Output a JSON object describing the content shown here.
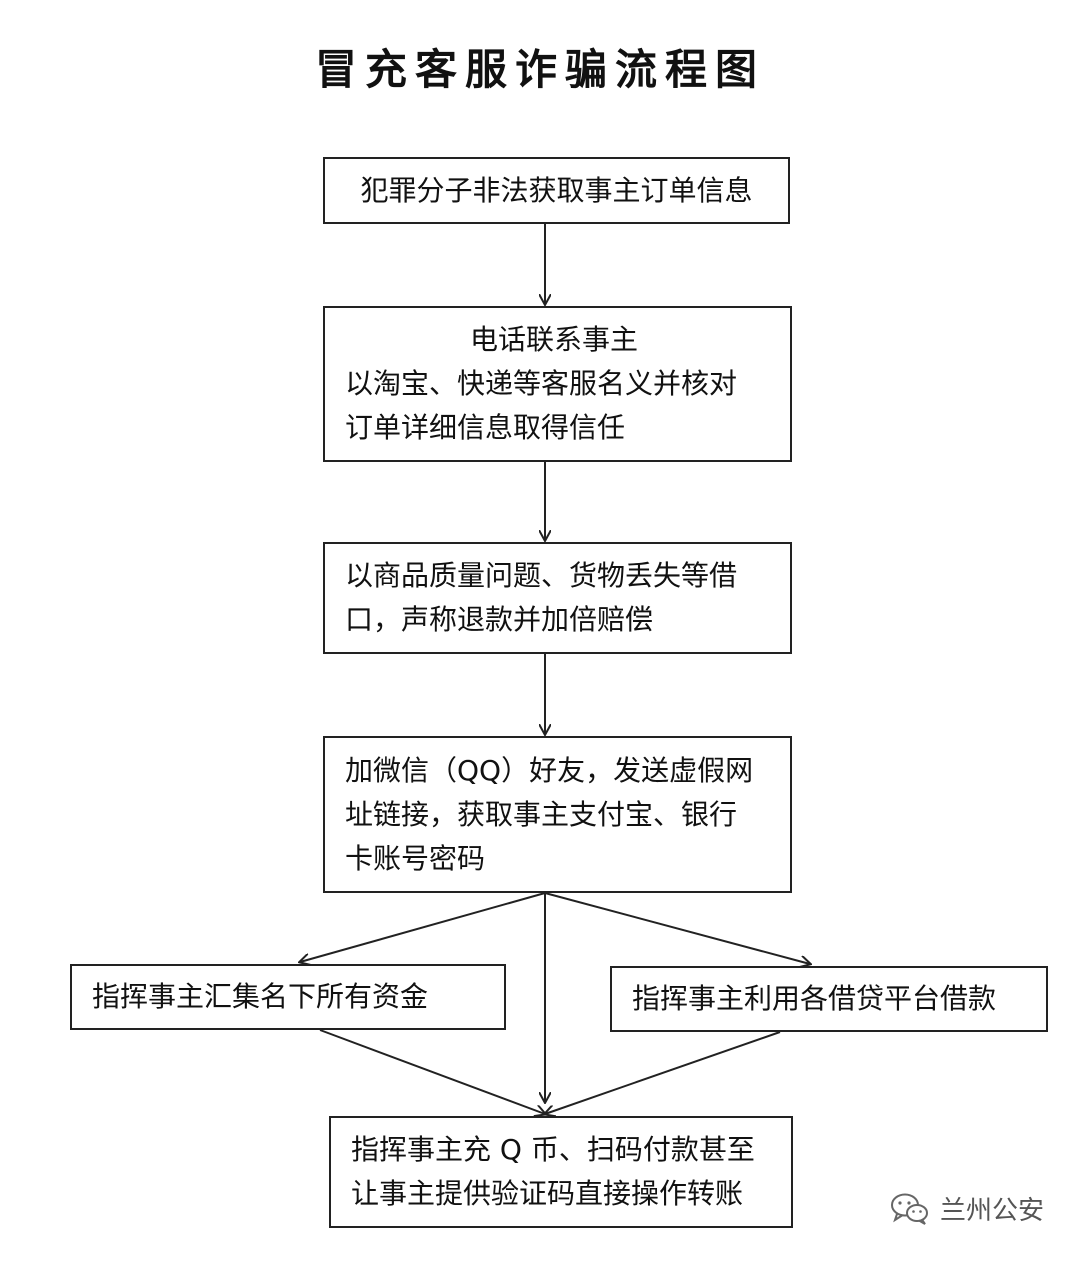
{
  "title": "冒充客服诈骗流程图",
  "steps": [
    {
      "lines": [
        "犯罪分子非法获取事主订单信息"
      ]
    },
    {
      "lines": [
        "电话联系事主",
        "以淘宝、快递等客服名义并核对",
        "订单详细信息取得信任"
      ]
    },
    {
      "lines": [
        "以商品质量问题、货物丢失等借",
        "口，声称退款并加倍赔偿"
      ]
    },
    {
      "lines": [
        "加微信（QQ）好友，发送虚假网",
        "址链接，获取事主支付宝、银行",
        "卡账号密码"
      ]
    },
    {
      "lines": [
        "指挥事主汇集名下所有资金"
      ]
    },
    {
      "lines": [
        "指挥事主利用各借贷平台借款"
      ]
    },
    {
      "lines": [
        "指挥事主充 Q 币、扫码付款甚至",
        "让事主提供验证码直接操作转账"
      ]
    }
  ],
  "watermark": {
    "icon": "wechat-icon",
    "text": "兰州公安"
  }
}
